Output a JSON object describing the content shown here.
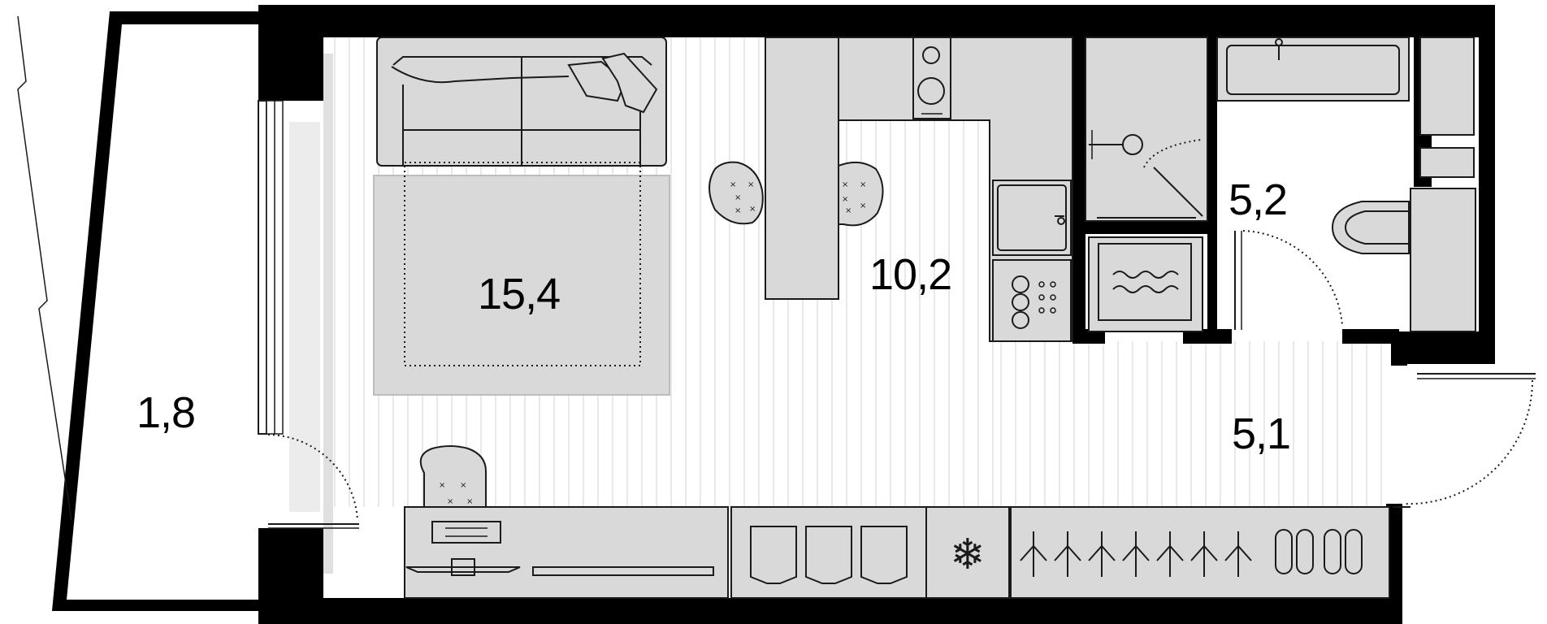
{
  "plan": {
    "rooms": [
      {
        "id": "balcony",
        "area": "1,8"
      },
      {
        "id": "living",
        "area": "15,4"
      },
      {
        "id": "kitchen",
        "area": "10,2"
      },
      {
        "id": "bathroom",
        "area": "5,2"
      },
      {
        "id": "hallway",
        "area": "5,1"
      }
    ],
    "colors": {
      "wall": "#000000",
      "fixture": "#d9d9d9",
      "parquet": "#d8d8d8",
      "background": "#ffffff"
    }
  }
}
